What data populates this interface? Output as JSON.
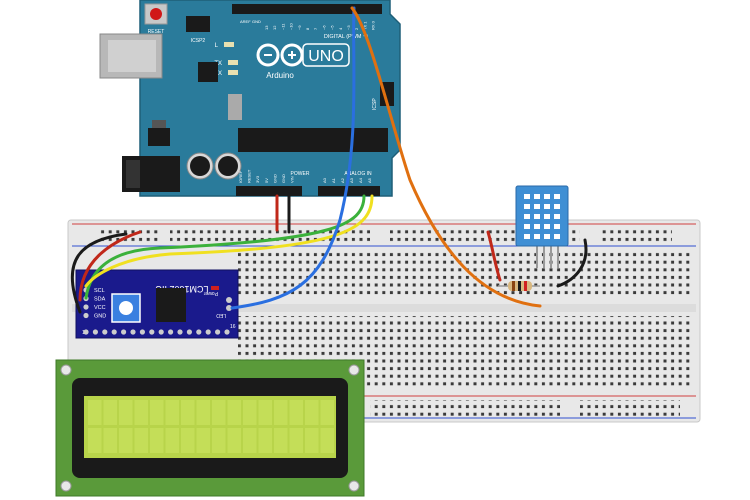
{
  "arduino": {
    "reset_label": "RESET",
    "icsp2_label": "ICSP2",
    "icsp_label": "ICSP",
    "led_l": "L",
    "led_tx": "TX",
    "led_rx": "RX",
    "brand": "Arduino",
    "model": "UNO",
    "digital_label": "DIGITAL (PWM ~)",
    "power_label": "POWER",
    "analog_label": "ANALOG IN",
    "aref": "AREF",
    "gnd": "GND",
    "digital_pins": [
      "13",
      "12",
      "~11",
      "~10",
      "~9",
      "8",
      "7",
      "~6",
      "~5",
      "4",
      "~3",
      "2",
      "TX 1",
      "RX 0"
    ],
    "power_pins": [
      "IOREF",
      "RESET",
      "3V3",
      "5V",
      "GND",
      "GND",
      "VIN"
    ],
    "analog_pins": [
      "A0",
      "A1",
      "A2",
      "A3",
      "A4",
      "A5"
    ]
  },
  "i2c_module": {
    "title": "LCM1602 IIC",
    "pins": [
      "SCL",
      "SDA",
      "VCC",
      "GND"
    ],
    "led_label": "LED",
    "power_label": "Power",
    "pin_first": "1",
    "pin_last": "16"
  },
  "colors": {
    "arduino_board": "#2a7b9b",
    "breadboard": "#e8e8e8",
    "i2c_board": "#1a1a8c",
    "lcd_pcb": "#5a9a3a",
    "lcd_screen": "#b8d44a",
    "dht_sensor": "#3f8fd4",
    "wire_red": "#c0281a",
    "wire_black": "#1a1a1a",
    "wire_green": "#3bb13b",
    "wire_yellow": "#f0e020",
    "wire_blue": "#2a6fe0",
    "wire_orange": "#e07010"
  }
}
